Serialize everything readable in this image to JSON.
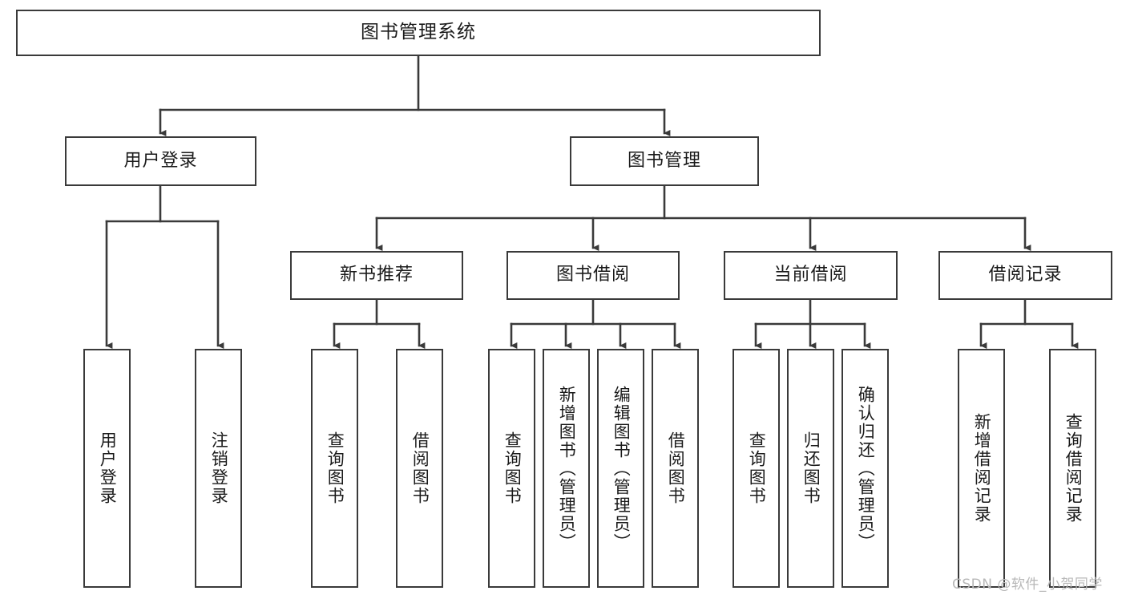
{
  "diagram": {
    "title": "图书管理系统",
    "type": "tree-hierarchy",
    "colors": {
      "box_border": "#3a3a3a",
      "box_fill": "#ffffff",
      "edge": "#3a3a3a",
      "text": "#1a1a1a",
      "watermark": "#b8b8b8"
    },
    "watermark": "CSDN @软件_小贺同学",
    "nodes": {
      "root": {
        "label": "图书管理系统"
      },
      "level2": [
        {
          "label": "用户登录"
        },
        {
          "label": "图书管理"
        }
      ],
      "level3": [
        {
          "label": "新书推荐"
        },
        {
          "label": "图书借阅"
        },
        {
          "label": "当前借阅"
        },
        {
          "label": "借阅记录"
        }
      ],
      "leaves_user_login": [
        {
          "label": "用户登录"
        },
        {
          "label": "注销登录"
        }
      ],
      "leaves_new_book": [
        {
          "label": "查询图书"
        },
        {
          "label": "借阅图书"
        }
      ],
      "leaves_borrow": [
        {
          "label": "查询图书"
        },
        {
          "label": "新增图书（管理员）"
        },
        {
          "label": "编辑图书（管理员）"
        },
        {
          "label": "借阅图书"
        }
      ],
      "leaves_current": [
        {
          "label": "查询图书"
        },
        {
          "label": "归还图书"
        },
        {
          "label": "确认归还（管理员）"
        }
      ],
      "leaves_record": [
        {
          "label": "新增借阅记录"
        },
        {
          "label": "查询借阅记录"
        }
      ]
    }
  }
}
